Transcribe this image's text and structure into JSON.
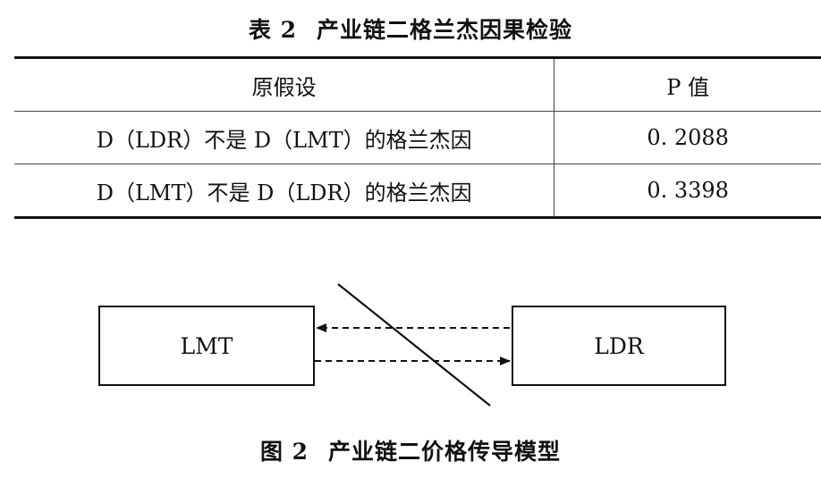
{
  "table": {
    "label": "表 2",
    "title": "产业链二格兰杰因果检验",
    "headers": [
      "原假设",
      "P 值"
    ],
    "rows": [
      {
        "hypothesis": "D（LDR）不是 D（LMT）的格兰杰因",
        "p_value": "0. 2088"
      },
      {
        "hypothesis": "D（LMT）不是 D（LDR）的格兰杰因",
        "p_value": "0. 3398"
      }
    ]
  },
  "diagram": {
    "left_node": "LMT",
    "right_node": "LDR",
    "arrow_style": "dashed",
    "crossed_out": true
  },
  "figure": {
    "label": "图 2",
    "title": "产业链二价格传导模型"
  }
}
